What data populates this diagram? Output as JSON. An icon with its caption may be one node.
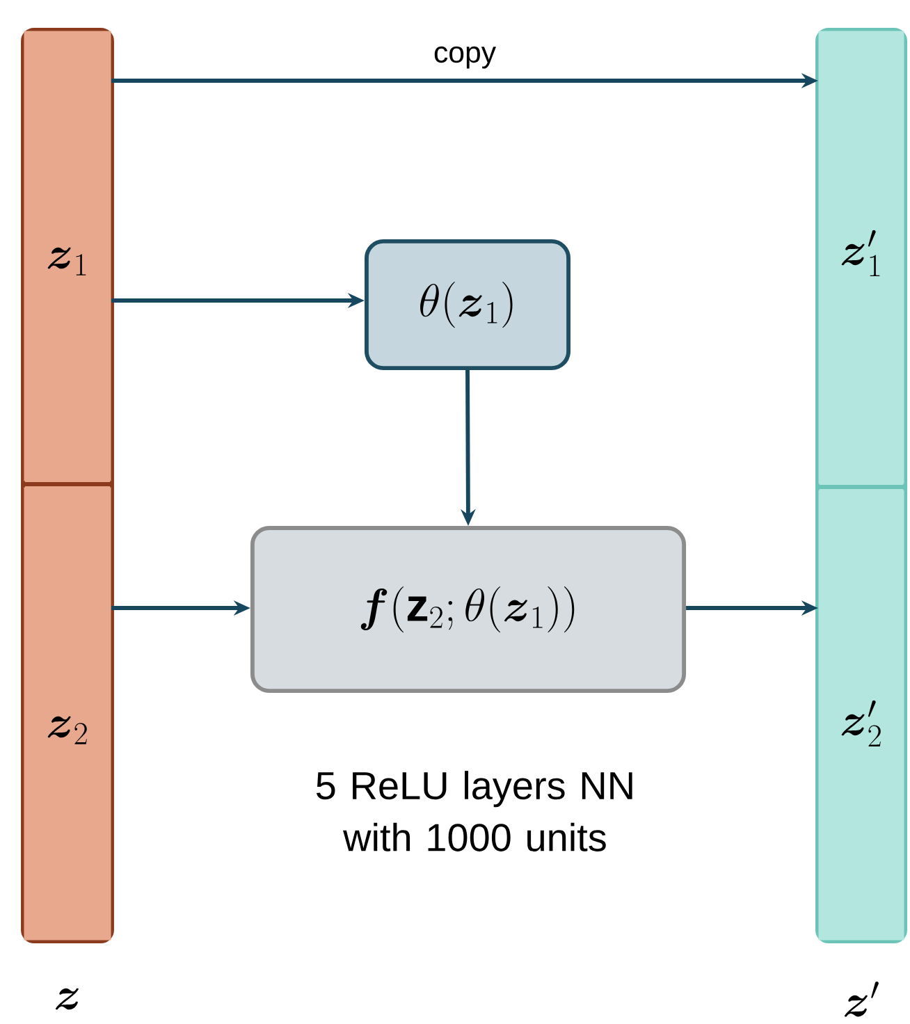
{
  "diagram": {
    "nodes": [
      {
        "text": [
          "\\boldsymbol{z}"
        ]
      },
      {
        "text": [
          "\\boldsymbol{z}_1"
        ],
        "in": 0
      },
      {
        "text": [
          "\\boldsymbol{z}_2"
        ],
        "in": 0
      },
      {
        "text": [
          "\\boldsymbol{z}'"
        ]
      },
      {
        "text": [
          "\\boldsymbol{z}'_1"
        ],
        "in": 3
      },
      {
        "text": [
          "\\boldsymbol{z}'_2"
        ],
        "in": 3
      },
      {
        "text": [
          "\\theta(\\boldsymbol{z}_1)"
        ]
      },
      {
        "text": [
          "\\boldsymbol{f}(\\mathbf{z}_2;\\theta(\\boldsymbol{z}_1))"
        ],
        "beside": [
          "5 ReLU layers NN with 1000 units"
        ]
      }
    ],
    "edges": [
      {
        "from": 1,
        "to": 4,
        "arrow": "to",
        "label": "copy"
      },
      {
        "from": 1,
        "to": 6,
        "arrow": "to"
      },
      {
        "from": 6,
        "to": 7,
        "arrow": "to"
      },
      {
        "from": 2,
        "to": 7,
        "arrow": "to"
      },
      {
        "from": 7,
        "to": 5,
        "arrow": "to"
      }
    ]
  }
}
